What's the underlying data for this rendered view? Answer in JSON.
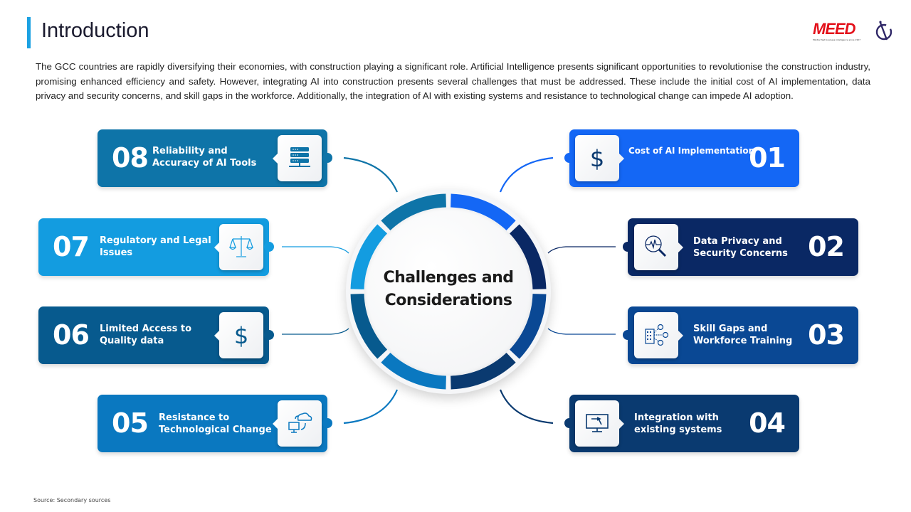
{
  "header": {
    "title": "Introduction",
    "logo_text": "MEED",
    "logo_tagline": "Middle East business intelligence since 1957"
  },
  "intro": "The GCC countries are rapidly diversifying their economies, with construction playing a significant role. Artificial Intelligence presents significant opportunities to revolutionise the construction industry, promising enhanced efficiency and safety. However, integrating AI into construction presents several challenges that must be addressed. These include the initial cost of AI implementation, data privacy and security concerns, and skill gaps in the workforce. Additionally, the integration of AI with existing systems and resistance to technological change can impede AI adoption.",
  "hub": {
    "line1": "Challenges and",
    "line2": "Considerations"
  },
  "cards": [
    {
      "num": "01",
      "line1": "Cost of AI Implementation",
      "line2": "",
      "icon": "dollar-icon",
      "color": "#1467F5"
    },
    {
      "num": "02",
      "line1": "Data Privacy and",
      "line2": "Security Concerns",
      "icon": "magnifier-pulse-icon",
      "color": "#0A2864"
    },
    {
      "num": "03",
      "line1": "Skill Gaps and",
      "line2": "Workforce Training",
      "icon": "building-people-icon",
      "color": "#0A4894"
    },
    {
      "num": "04",
      "line1": "Integration with",
      "line2": "existing systems",
      "icon": "monitor-cursor-icon",
      "color": "#0A3A70"
    },
    {
      "num": "05",
      "line1": "Resistance to",
      "line2": "Technological Change",
      "icon": "cloud-computer-icon",
      "color": "#0A78C0"
    },
    {
      "num": "06",
      "line1": "Limited Access to",
      "line2": "Quality data",
      "icon": "dollar-icon",
      "color": "#075A8E"
    },
    {
      "num": "07",
      "line1": "Regulatory and Legal",
      "line2": "Issues",
      "icon": "scales-icon",
      "color": "#139CE0"
    },
    {
      "num": "08",
      "line1": "Reliability and",
      "line2": "Accuracy of AI Tools",
      "icon": "server-icon",
      "color": "#0E74A8"
    }
  ],
  "footer": {
    "source": "Source: Secondary sources"
  }
}
